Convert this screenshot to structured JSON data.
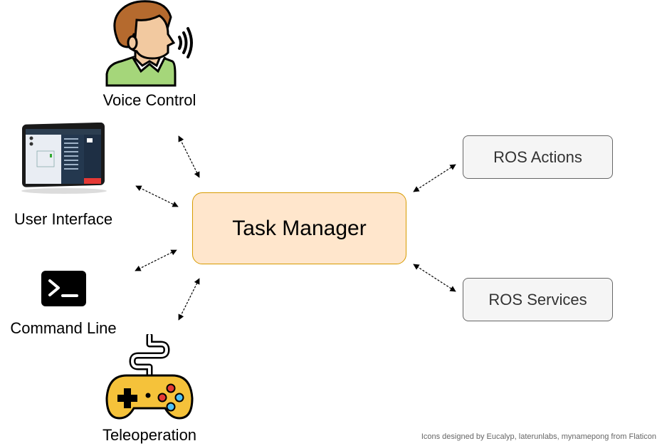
{
  "nodes": {
    "voice_control": "Voice Control",
    "user_interface": "User Interface",
    "command_line": "Command Line",
    "teleoperation": "Teleoperation",
    "task_manager": "Task Manager",
    "ros_actions": "ROS Actions",
    "ros_services": "ROS Services"
  },
  "icons": {
    "voice_control": "speaking-person-icon",
    "user_interface": "tablet-screen-icon",
    "command_line": "terminal-prompt-icon",
    "teleoperation": "gamepad-icon"
  },
  "credits": "Icons designed by Eucalyp, laterunlabs, mynamepong from Flaticon",
  "colors": {
    "task_manager_fill": "#ffe6cc",
    "task_manager_border": "#d79b00",
    "ros_box_fill": "#f5f5f5",
    "ros_box_border": "#666666"
  }
}
